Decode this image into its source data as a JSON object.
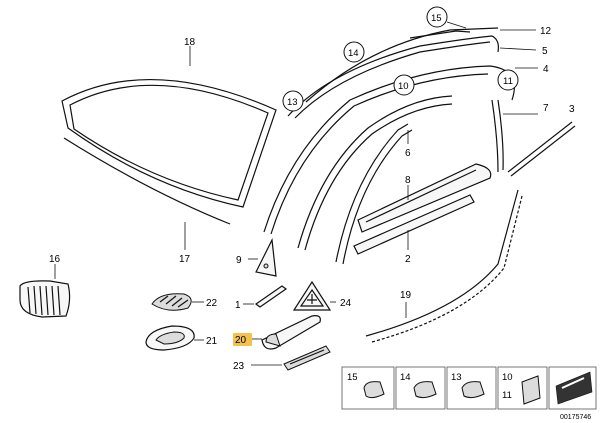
{
  "diagram": {
    "drawing_number": "00175746",
    "callouts": {
      "p1": "1",
      "p2": "2",
      "p3": "3",
      "p4": "4",
      "p5": "5",
      "p6": "6",
      "p7": "7",
      "p8": "8",
      "p9": "9",
      "p10": "10",
      "p11": "11",
      "p12": "12",
      "p13": "13",
      "p14": "14",
      "p15": "15",
      "p16": "16",
      "p17": "17",
      "p18": "18",
      "p19": "19",
      "p20": "20",
      "p21": "21",
      "p22": "22",
      "p23": "23",
      "p24": "24"
    },
    "legend": {
      "c15": "15",
      "c14": "14",
      "c13": "13",
      "c10": "10",
      "c11": "11"
    },
    "highlight_color": "#f2c14e",
    "highlighted_part": "20",
    "icons": {
      "warning_triangle": "warning-triangle-icon",
      "sheet": "info-sheet-icon"
    }
  }
}
